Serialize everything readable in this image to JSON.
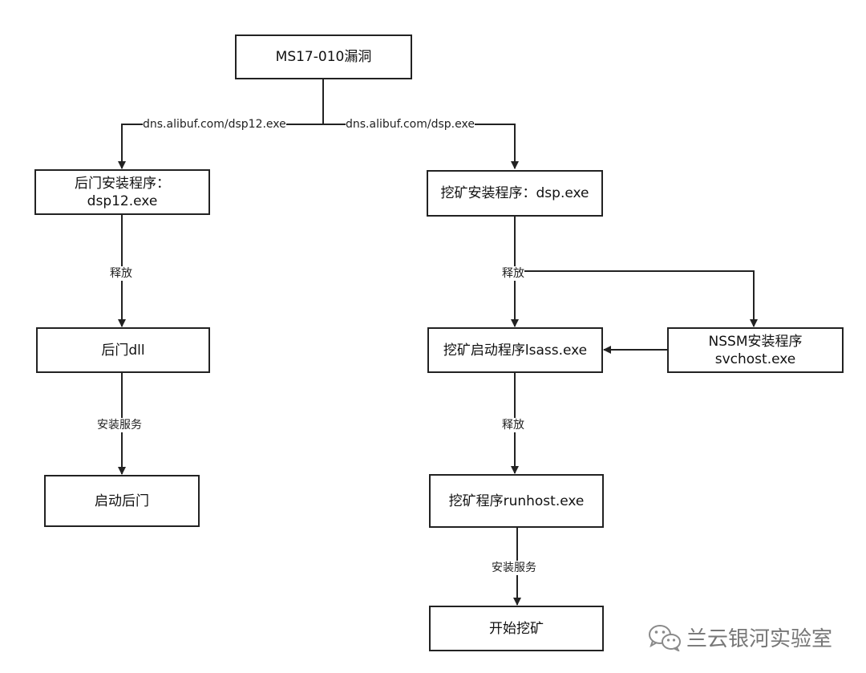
{
  "nodes": {
    "ms17": "MS17-010漏洞",
    "backdoor_installer": [
      "后门安装程序：",
      "dsp12.exe"
    ],
    "miner_installer": "挖矿安装程序：dsp.exe",
    "backdoor_dll": "后门dll",
    "start_backdoor": "启动后门",
    "miner_launcher": "挖矿启动程序lsass.exe",
    "nssm": [
      "NSSM安装程序",
      "svchost.exe"
    ],
    "miner": "挖矿程序runhost.exe",
    "start_mining": "开始挖矿"
  },
  "edge_labels": {
    "dl_left": "dns.alibuf.com/dsp12.exe",
    "dl_right": "dns.alibuf.com/dsp.exe",
    "release_left": "释放",
    "install_left": "安装服务",
    "release_right_top": "释放",
    "release_right_mid": "释放",
    "install_right": "安装服务"
  },
  "watermark": {
    "text": "兰云银河实验室",
    "icon": "wechat-icon"
  }
}
